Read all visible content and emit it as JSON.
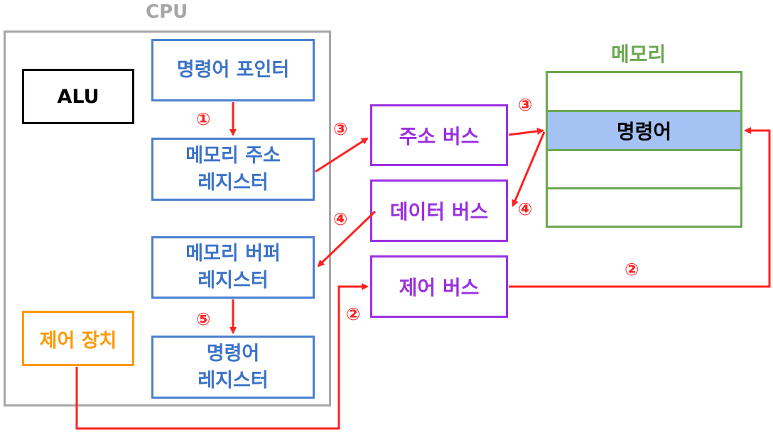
{
  "cpu": {
    "title": "CPU",
    "alu": "ALU",
    "control_unit": "제어 장치",
    "instruction_pointer": "명령어 포인터",
    "memory_address_register": [
      "메모리 주소",
      "레지스터"
    ],
    "memory_buffer_register": [
      "메모리 버퍼",
      "레지스터"
    ],
    "instruction_register": [
      "명령어",
      "레지스터"
    ]
  },
  "buses": {
    "address_bus": "주소 버스",
    "data_bus": "데이터 버스",
    "control_bus": "제어 버스"
  },
  "memory": {
    "title": "메모리",
    "highlighted_cell": "명령어"
  },
  "steps": [
    "①",
    "②",
    "③",
    "④",
    "⑤"
  ],
  "colors": {
    "cpu_border": "#a6a6a6",
    "register_blue": "#4a7fd0",
    "bus_purple": "#9b30e0",
    "memory_green": "#6aa84f",
    "control_orange": "#ff9900",
    "arrow_red": "#ff2020",
    "memory_highlight": "#a4c2f4"
  }
}
